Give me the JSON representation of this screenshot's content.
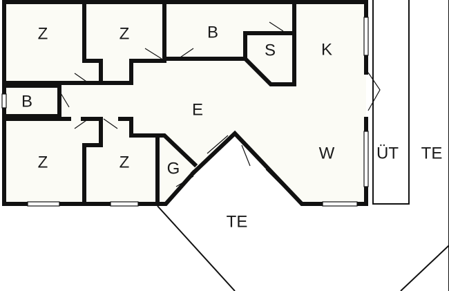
{
  "floorplan": {
    "rooms": [
      {
        "id": "bedroom-1",
        "label": "Z"
      },
      {
        "id": "bedroom-2",
        "label": "Z"
      },
      {
        "id": "bathroom-1",
        "label": "B"
      },
      {
        "id": "sauna",
        "label": "S"
      },
      {
        "id": "kitchen",
        "label": "K"
      },
      {
        "id": "bathroom-2",
        "label": "B"
      },
      {
        "id": "entrance",
        "label": "E"
      },
      {
        "id": "bedroom-3",
        "label": "Z"
      },
      {
        "id": "bedroom-4",
        "label": "Z"
      },
      {
        "id": "storage",
        "label": "G"
      },
      {
        "id": "living",
        "label": "W"
      },
      {
        "id": "utility",
        "label": "ÜT"
      },
      {
        "id": "terrace-right",
        "label": "TE"
      },
      {
        "id": "terrace-bottom",
        "label": "TE"
      }
    ],
    "colors": {
      "wall": "#111111",
      "floor": "#fbfbf5",
      "background": "#ffffff"
    }
  }
}
